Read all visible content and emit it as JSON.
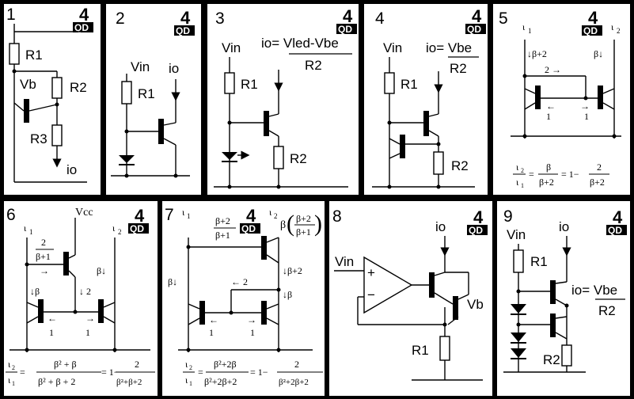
{
  "panels": [
    {
      "num": "1",
      "labels": {
        "r1": "R1",
        "r2": "R2",
        "r3": "R3",
        "vb": "Vb",
        "io": "io"
      }
    },
    {
      "num": "2",
      "labels": {
        "vin": "Vin",
        "r1": "R1",
        "io": "io"
      }
    },
    {
      "num": "3",
      "labels": {
        "vin": "Vin",
        "r1": "R1",
        "r2": "R2",
        "formula_top": "io= Vled-Vbe",
        "formula_bot": "R2"
      }
    },
    {
      "num": "4",
      "labels": {
        "vin": "Vin",
        "r1": "R1",
        "r2": "R2",
        "formula_top": "io= Vbe",
        "formula_bot": "R2"
      }
    },
    {
      "num": "5",
      "labels": {
        "i1": "ι",
        "i1s": "1",
        "i2": "ι",
        "i2s": "2",
        "bp2": "↓β+2",
        "bd": "β↓",
        "two": "2 →",
        "one_l": "1",
        "one_r": "1",
        "eq_lhs_t": "ι",
        "eq_lhs_ts": "2",
        "eq_lhs_b": "ι",
        "eq_lhs_bs": "1",
        "eq_m_t": "β",
        "eq_m_b": "β+2",
        "eq_r": "= 1−",
        "eq_rt": "2",
        "eq_rb": "β+2"
      }
    },
    {
      "num": "6",
      "labels": {
        "vcc": "Vcc",
        "i1": "ι",
        "i1s": "1",
        "i2": "ι",
        "i2s": "2",
        "frac_t": "2",
        "frac_b": "β+1",
        "beta": "↓β",
        "two": "↓ 2",
        "bd": "β↓",
        "one_l": "1",
        "one_r": "1",
        "eq_t": "β² + β",
        "eq_b": "β² + β + 2",
        "eq_r": "= 1−",
        "eq_rt": "2",
        "eq_rb": "β²+β+2"
      }
    },
    {
      "num": "7",
      "labels": {
        "i1": "ι",
        "i1s": "1",
        "i2": "ι",
        "i2s": "2",
        "frac_t": "β+2",
        "frac_b": "β+1",
        "p_t": "β+2",
        "p_b": "β+1",
        "bp2": "↓β+2",
        "bd": "↓β",
        "bl": "β↓",
        "two": "← 2",
        "one_l": "1",
        "one_r": "1",
        "eq_t": "β²+2β",
        "eq_b": "β²+2β+2",
        "eq_r": "= 1−",
        "eq_rt": "2",
        "eq_rb": "β²+2β+2"
      }
    },
    {
      "num": "8",
      "labels": {
        "vin": "Vin",
        "io": "io",
        "vb": "Vb",
        "r1": "R1",
        "plus": "+",
        "minus": "−"
      }
    },
    {
      "num": "9",
      "labels": {
        "vin": "Vin",
        "io": "io",
        "r1": "R1",
        "r2": "R2",
        "formula_top": "io= Vbe",
        "formula_bot": "R2"
      }
    }
  ],
  "logo": {
    "top": "4",
    "bottom": "QD"
  }
}
